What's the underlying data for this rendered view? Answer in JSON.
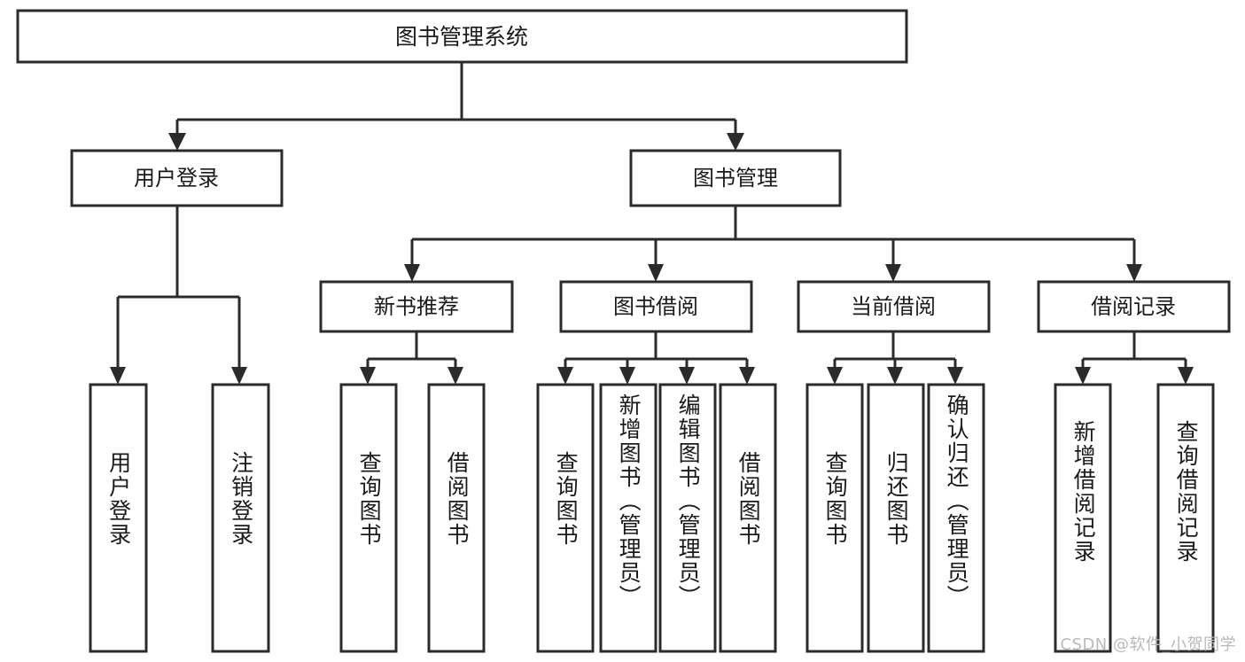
{
  "diagram": {
    "type": "hierarchy-tree",
    "title": "图书管理系统",
    "root": {
      "id": "root",
      "label": "图书管理系统",
      "orientation": "horizontal"
    },
    "level2": [
      {
        "id": "user-login",
        "label": "用户登录",
        "orientation": "horizontal"
      },
      {
        "id": "book-manage",
        "label": "图书管理",
        "orientation": "horizontal"
      }
    ],
    "level3": [
      {
        "id": "new-book-recommend",
        "label": "新书推荐",
        "orientation": "horizontal",
        "parent": "book-manage"
      },
      {
        "id": "book-borrow",
        "label": "图书借阅",
        "orientation": "horizontal",
        "parent": "book-manage"
      },
      {
        "id": "current-borrow",
        "label": "当前借阅",
        "orientation": "horizontal",
        "parent": "book-manage"
      },
      {
        "id": "borrow-record",
        "label": "借阅记录",
        "orientation": "horizontal",
        "parent": "book-manage"
      }
    ],
    "leaves": [
      {
        "id": "leaf-user-login",
        "label": "用户登录",
        "parent": "user-login",
        "orientation": "vertical"
      },
      {
        "id": "leaf-user-logout",
        "label": "注销登录",
        "parent": "user-login",
        "orientation": "vertical"
      },
      {
        "id": "leaf-query-book-1",
        "label": "查询图书",
        "parent": "new-book-recommend",
        "orientation": "vertical"
      },
      {
        "id": "leaf-borrow-book-1",
        "label": "借阅图书",
        "parent": "new-book-recommend",
        "orientation": "vertical"
      },
      {
        "id": "leaf-query-book-2",
        "label": "查询图书",
        "parent": "book-borrow",
        "orientation": "vertical"
      },
      {
        "id": "leaf-add-book",
        "label": "新增图书（管理员）",
        "parent": "book-borrow",
        "orientation": "vertical"
      },
      {
        "id": "leaf-edit-book",
        "label": "编辑图书（管理员）",
        "parent": "book-borrow",
        "orientation": "vertical"
      },
      {
        "id": "leaf-borrow-book-2",
        "label": "借阅图书",
        "parent": "book-borrow",
        "orientation": "vertical"
      },
      {
        "id": "leaf-query-book-3",
        "label": "查询图书",
        "parent": "current-borrow",
        "orientation": "vertical"
      },
      {
        "id": "leaf-return-book",
        "label": "归还图书",
        "parent": "current-borrow",
        "orientation": "vertical"
      },
      {
        "id": "leaf-confirm-return",
        "label": "确认归还（管理员）",
        "parent": "current-borrow",
        "orientation": "vertical"
      },
      {
        "id": "leaf-add-record",
        "label": "新增借阅记录",
        "parent": "borrow-record",
        "orientation": "vertical"
      },
      {
        "id": "leaf-query-record",
        "label": "查询借阅记录",
        "parent": "borrow-record",
        "orientation": "vertical"
      }
    ],
    "colors": {
      "stroke": "#2b2b2b",
      "fill": "#ffffff",
      "text": "#1a1a1a",
      "watermark": "#b9b9b9",
      "background": "#ffffff"
    }
  },
  "watermark": {
    "text": "CSDN @软件_小贺同学"
  }
}
